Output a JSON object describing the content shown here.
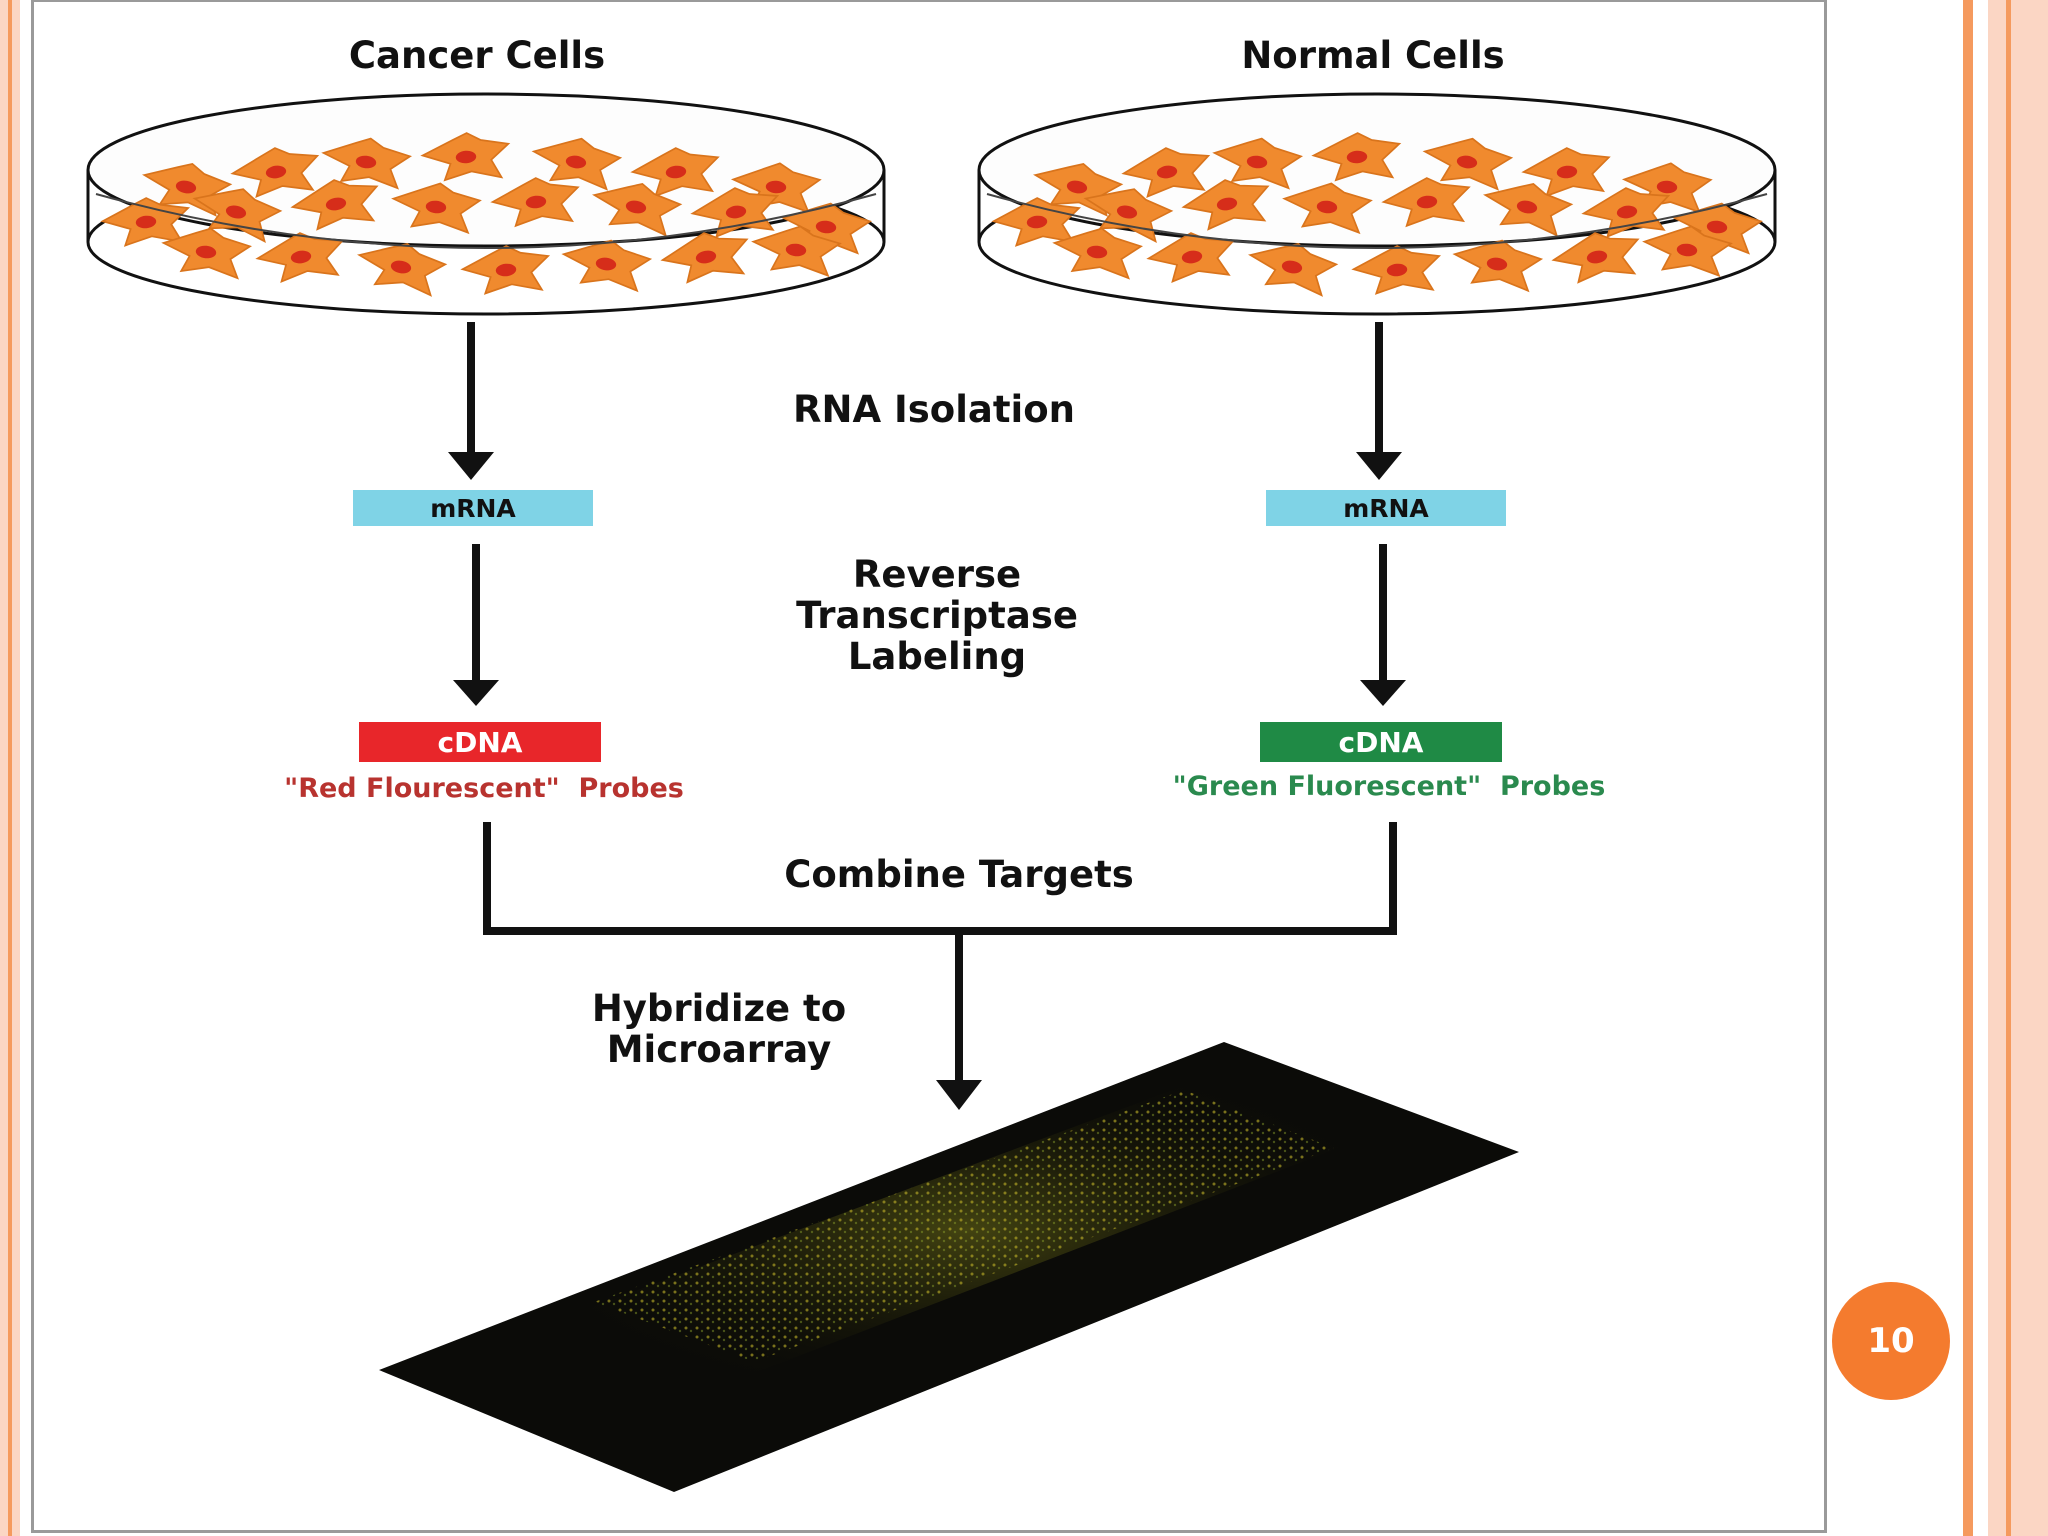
{
  "colors": {
    "accent": "#f59a5e",
    "stripe_light": "#fbd6c4",
    "badge": "#f47b2e",
    "cell_orange": "#f08a2e",
    "cell_nucleus": "#d62d1a",
    "mrna_blue": "#7fd3e6",
    "cdna_red": "#e8262a",
    "cdna_green": "#1f8a45",
    "red_label": "#b8332f",
    "green_label": "#2a8a4e"
  },
  "diagram": {
    "cancer_title": "Cancer Cells",
    "normal_title": "Normal Cells",
    "step_rna_isolation": "RNA Isolation",
    "mrna_left": "mRNA",
    "mrna_right": "mRNA",
    "step_rt_line1": "Reverse",
    "step_rt_line2": "Transcriptase",
    "step_rt_line3": "Labeling",
    "cdna_left": "cDNA",
    "cdna_right": "cDNA",
    "red_probes": "\"Red Flourescent\"  Probes",
    "green_probes": "\"Green Fluorescent\"  Probes",
    "step_combine": "Combine Targets",
    "step_hybridize_line1": "Hybridize to",
    "step_hybridize_line2": "Microarray"
  },
  "page_number": "10"
}
